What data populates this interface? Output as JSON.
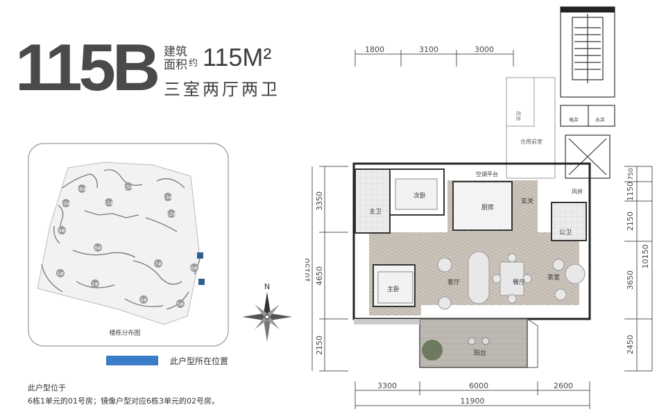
{
  "header": {
    "model": "115B",
    "area_label_line1": "建筑",
    "area_label_line2": "面积",
    "approx": "约",
    "area": "115M²",
    "rooms": "三室两厅两卫"
  },
  "site_plan": {
    "caption": "楼栋分布图",
    "buildings": [
      "16#",
      "15#",
      "13#",
      "10#",
      "11#",
      "12#",
      "9#",
      "8#",
      "7#",
      "6#",
      "1#",
      "2#",
      "3#",
      "5#"
    ]
  },
  "legend": {
    "label": "此户型所在位置",
    "color": "#3a7cc8"
  },
  "notes": {
    "line1": "此户型位于",
    "line2": "6栋1单元的01号房；镜像户型对应6栋3单元的02号房。"
  },
  "compass": {
    "north": "N"
  },
  "floor_plan": {
    "rooms": {
      "second_bedroom": "次卧",
      "master_bath": "主卫",
      "master_bedroom": "主卧",
      "living": "客厅",
      "dining": "餐厅",
      "kitchen": "厨房",
      "entrance": "玄关",
      "public_bath": "公卫",
      "study": "茶室",
      "balcony": "阳台",
      "hall": "合用前室",
      "planter": "花池",
      "electric_shaft": "电井",
      "water_shaft": "水井",
      "ac_platform": "空调平台",
      "ac_shaft": "风井"
    },
    "dims_top": [
      "1800",
      "3100",
      "3000"
    ],
    "dims_bottom": [
      "3300",
      "6000",
      "2600"
    ],
    "dim_bottom_total": "11900",
    "dims_left": [
      "3350",
      "4650",
      "2150"
    ],
    "dim_left_total": "10150",
    "dims_right": [
      "750",
      "1150",
      "2150",
      "3650",
      "2450"
    ],
    "dim_right_total": "10150"
  }
}
